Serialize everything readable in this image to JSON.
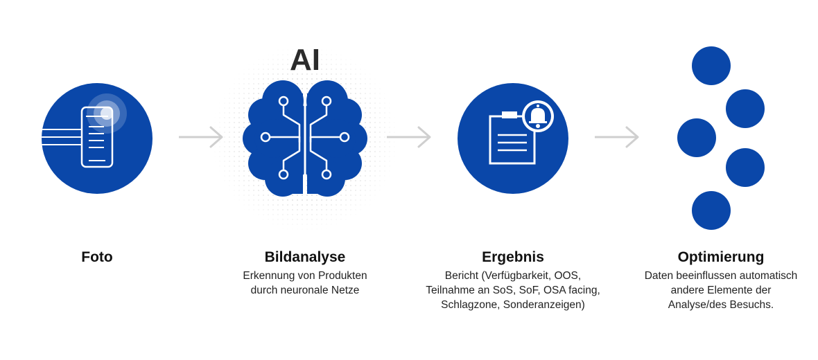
{
  "colors": {
    "primary": "#0a47a9",
    "arrow": "#cfcfcf",
    "text": "#111111"
  },
  "ai_label": "AI",
  "steps": [
    {
      "title": "Foto",
      "desc": "",
      "icon": "smartphone-photo-icon"
    },
    {
      "title": "Bildanalyse",
      "desc": "Erkennung von Produkten\ndurch neuronale Netze",
      "icon": "brain-circuit-icon"
    },
    {
      "title": "Ergebnis",
      "desc": "Bericht (Verfügbarkeit, OOS,\nTeilnahme an SoS, SoF, OSA facing,\nSchlagzone, Sonderanzeigen)",
      "icon": "clipboard-bell-icon"
    },
    {
      "title": "Optimierung",
      "desc": "Daten beeinflussen automatisch\nandere Elemente der\nAnalyse/des Besuchs.",
      "icon": "optimization-dots-icon"
    }
  ]
}
